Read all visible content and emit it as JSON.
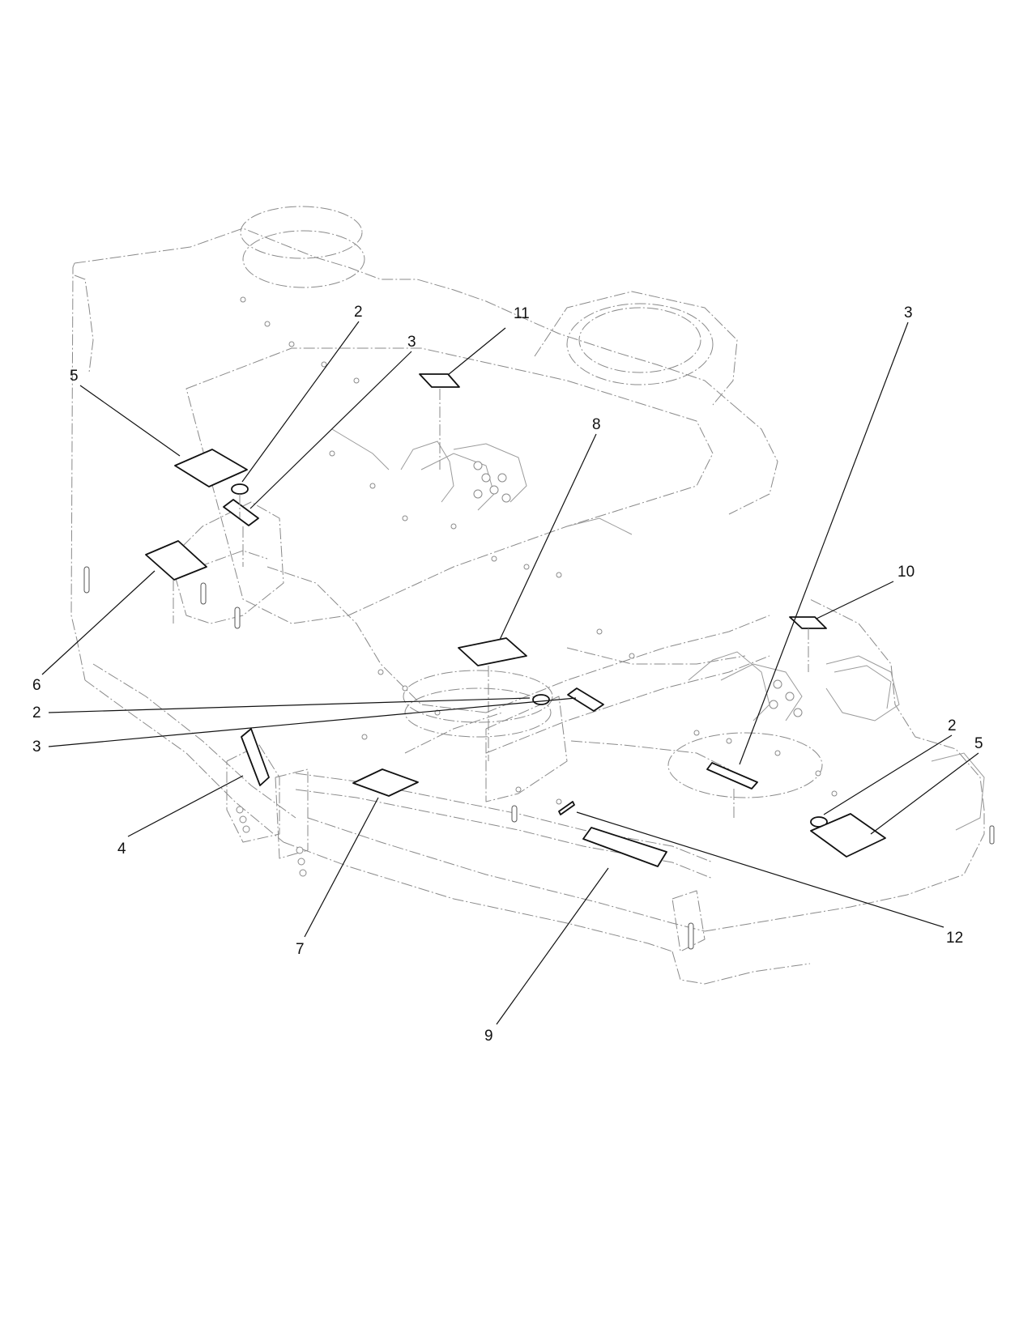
{
  "figure": {
    "description_visible": false,
    "callouts": [
      {
        "id": "c2a",
        "label": "2"
      },
      {
        "id": "c11",
        "label": "11"
      },
      {
        "id": "c3a",
        "label": "3"
      },
      {
        "id": "c5a",
        "label": "5"
      },
      {
        "id": "c8",
        "label": "8"
      },
      {
        "id": "c10",
        "label": "10"
      },
      {
        "id": "c3b",
        "label": "3"
      },
      {
        "id": "c6",
        "label": "6"
      },
      {
        "id": "c2b",
        "label": "2"
      },
      {
        "id": "c3c",
        "label": "3"
      },
      {
        "id": "c2c",
        "label": "2"
      },
      {
        "id": "c5b",
        "label": "5"
      },
      {
        "id": "c4",
        "label": "4"
      },
      {
        "id": "c7",
        "label": "7"
      },
      {
        "id": "c12",
        "label": "12"
      },
      {
        "id": "c9",
        "label": "9"
      }
    ]
  }
}
